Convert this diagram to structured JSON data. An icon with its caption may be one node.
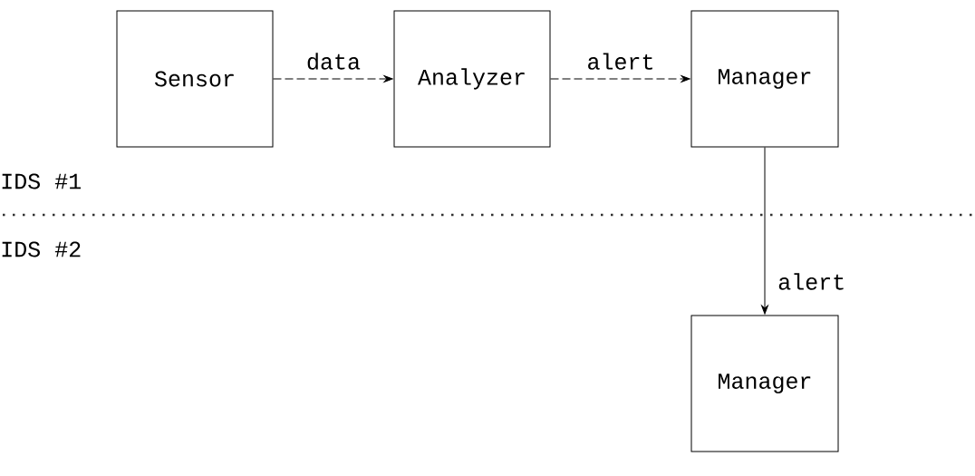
{
  "diagram": {
    "nodes": [
      {
        "text": [
          "Sensor"
        ]
      },
      {
        "text": [
          "Analyzer"
        ]
      },
      {
        "text": [
          "Manager"
        ]
      },
      {
        "text": [
          "Manager"
        ]
      }
    ],
    "edges": [
      {
        "from": 0,
        "to": 1,
        "arrow": "to",
        "label": "data",
        "style": "dashed"
      },
      {
        "from": 1,
        "to": 2,
        "arrow": "to",
        "label": "alert",
        "style": "dashed"
      },
      {
        "from": 2,
        "to": 3,
        "arrow": "to",
        "label": "alert"
      }
    ],
    "labels": [
      "IDS #1",
      "IDS #2"
    ]
  }
}
